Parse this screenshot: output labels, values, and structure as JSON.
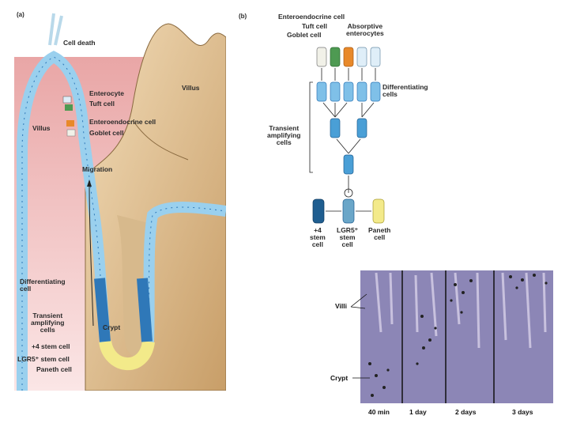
{
  "panel_a": {
    "tag": "(a)",
    "labels": {
      "cell_death": "Cell death",
      "villus_right": "Villus",
      "villus_left": "Villus",
      "enterocyte": "Enterocyte",
      "tuft_cell": "Tuft cell",
      "enteroendocrine_cell": "Enteroendocrine cell",
      "goblet_cell": "Goblet cell",
      "migration": "Migration",
      "differentiating_cell": "Differentiating\ncell",
      "transient_amplifying": "Transient\namplifying\ncells",
      "crypt": "Crypt",
      "stem_plus4": "+4 stem cell",
      "lgr5_stem": "LGR5⁺ stem cell",
      "paneth_cell": "Paneth cell"
    }
  },
  "panel_b": {
    "tag": "(b)",
    "labels": {
      "enteroendocrine_cell": "Enteroendocrine cell",
      "tuft_cell": "Tuft cell",
      "goblet_cell": "Goblet cell",
      "absorptive_enterocytes": "Absorptive\nenterocytes",
      "differentiating_cells": "Differentiating\ncells",
      "transient_amplifying": "Transient\namplifying\ncells",
      "stem_plus4": "+4\nstem\ncell",
      "lgr5_stem": "LGR5⁺\nstem\ncell",
      "paneth_cell": "Paneth\ncell"
    }
  },
  "micrograph": {
    "label_villi": "Villi",
    "label_crypt": "Crypt",
    "time_labels": [
      "40 min",
      "1 day",
      "2 days",
      "3 days"
    ]
  },
  "colors": {
    "villus_tan": "#d7b98c",
    "lamina_pink": "#f3c4c4",
    "epithelium_blue": "#2f78b8",
    "cell_light": "#dfeef8",
    "paneth_yellow": "#f3ea8a",
    "enteroendocrine_orange": "#e8892a",
    "tuft_green": "#4e9a52",
    "micrograph_purple": "#8c86b6"
  }
}
